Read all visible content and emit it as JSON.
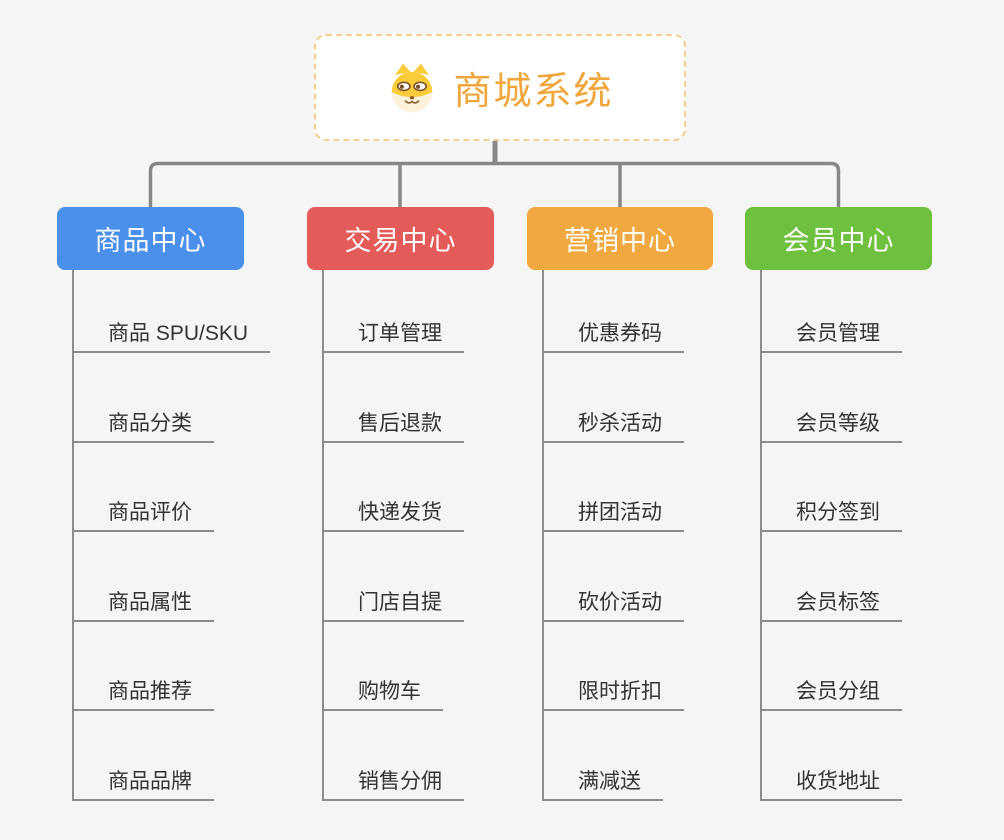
{
  "canvas": {
    "background_color": "#F5F5F5",
    "connector_color": "#878787"
  },
  "root": {
    "label": "商城系统",
    "icon": "dog-face-icon",
    "text_color": "#F1A63B",
    "border_color": "#F5CD8C",
    "background_color": "#FFFFFF"
  },
  "branches": [
    {
      "label": "商品中心",
      "color": "#4A8FE9",
      "children": [
        "商品 SPU/SKU",
        "商品分类",
        "商品评价",
        "商品属性",
        "商品推荐",
        "商品品牌"
      ]
    },
    {
      "label": "交易中心",
      "color": "#E45C59",
      "children": [
        "订单管理",
        "售后退款",
        "快递发货",
        "门店自提",
        "购物车",
        "销售分佣"
      ]
    },
    {
      "label": "营销中心",
      "color": "#EFA940",
      "children": [
        "优惠券码",
        "秒杀活动",
        "拼团活动",
        "砍价活动",
        "限时折扣",
        "满减送"
      ]
    },
    {
      "label": "会员中心",
      "color": "#70C040",
      "children": [
        "会员管理",
        "会员等级",
        "积分签到",
        "会员标签",
        "会员分组",
        "收货地址"
      ]
    }
  ]
}
